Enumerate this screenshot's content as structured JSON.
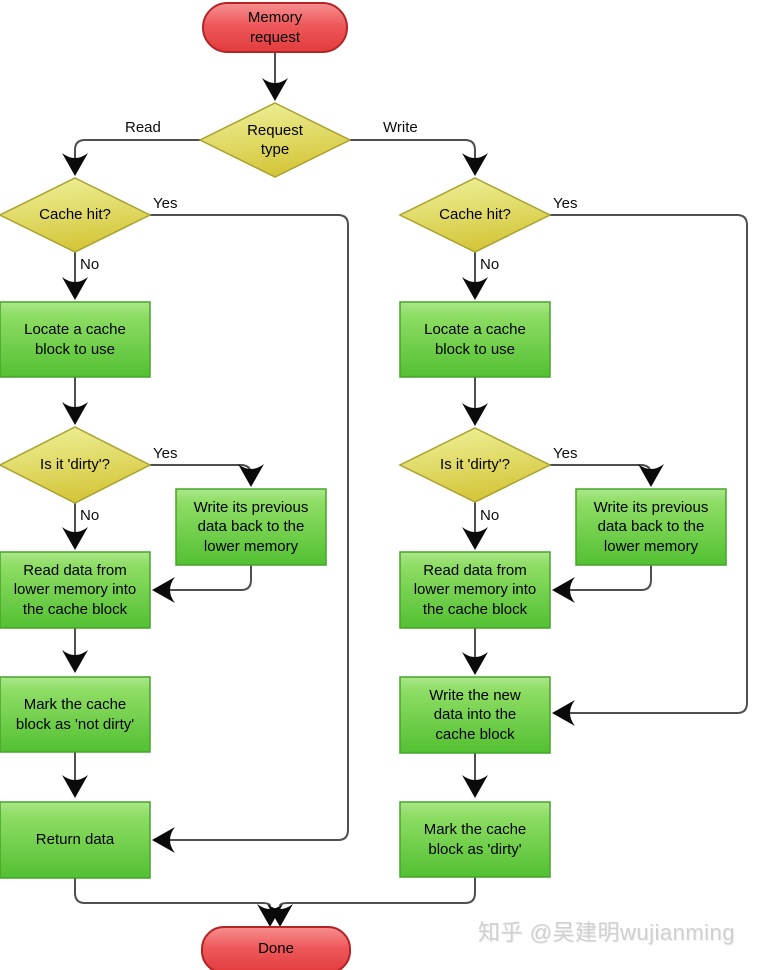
{
  "nodes": {
    "memory_request": {
      "label": "Memory\nrequest"
    },
    "request_type": {
      "label": "Request\ntype"
    },
    "read_cache_hit": {
      "label": "Cache hit?"
    },
    "read_locate": {
      "label": "Locate a cache\nblock to use"
    },
    "read_is_dirty": {
      "label": "Is it 'dirty'?"
    },
    "read_write_prev": {
      "label": "Write its previous\ndata back to the\nlower memory"
    },
    "read_read_data": {
      "label": "Read data from\nlower memory into\nthe cache block"
    },
    "read_mark_not_dirty": {
      "label": "Mark the cache\nblock as 'not dirty'"
    },
    "read_return_data": {
      "label": "Return data"
    },
    "write_cache_hit": {
      "label": "Cache hit?"
    },
    "write_locate": {
      "label": "Locate a cache\nblock to use"
    },
    "write_is_dirty": {
      "label": "Is it 'dirty'?"
    },
    "write_write_prev": {
      "label": "Write its previous\ndata back to the\nlower memory"
    },
    "write_read_data": {
      "label": "Read data from\nlower memory into\nthe cache block"
    },
    "write_new_data": {
      "label": "Write the new\ndata into the\ncache block"
    },
    "write_mark_dirty": {
      "label": "Mark the cache\nblock as 'dirty'"
    },
    "done": {
      "label": "Done"
    }
  },
  "edge_labels": {
    "read": "Read",
    "write": "Write",
    "read_hit_yes": "Yes",
    "read_hit_no": "No",
    "read_dirty_yes": "Yes",
    "read_dirty_no": "No",
    "write_hit_yes": "Yes",
    "write_hit_no": "No",
    "write_dirty_yes": "Yes",
    "write_dirty_no": "No"
  },
  "watermark": "知乎 @吴建明wujianming",
  "colors": {
    "terminator_fill_top": "#f78f90",
    "terminator_fill_bottom": "#e23b3d",
    "terminator_border": "#b42426",
    "decision_fill_top": "#eff29c",
    "decision_fill_bottom": "#d5c73c",
    "decision_border": "#aaa12e",
    "process_fill_top": "#abe78a",
    "process_fill_bottom": "#53c032",
    "process_border": "#46a42a",
    "connector": "#4f4f4f",
    "arrow": "#0a0a0a"
  }
}
